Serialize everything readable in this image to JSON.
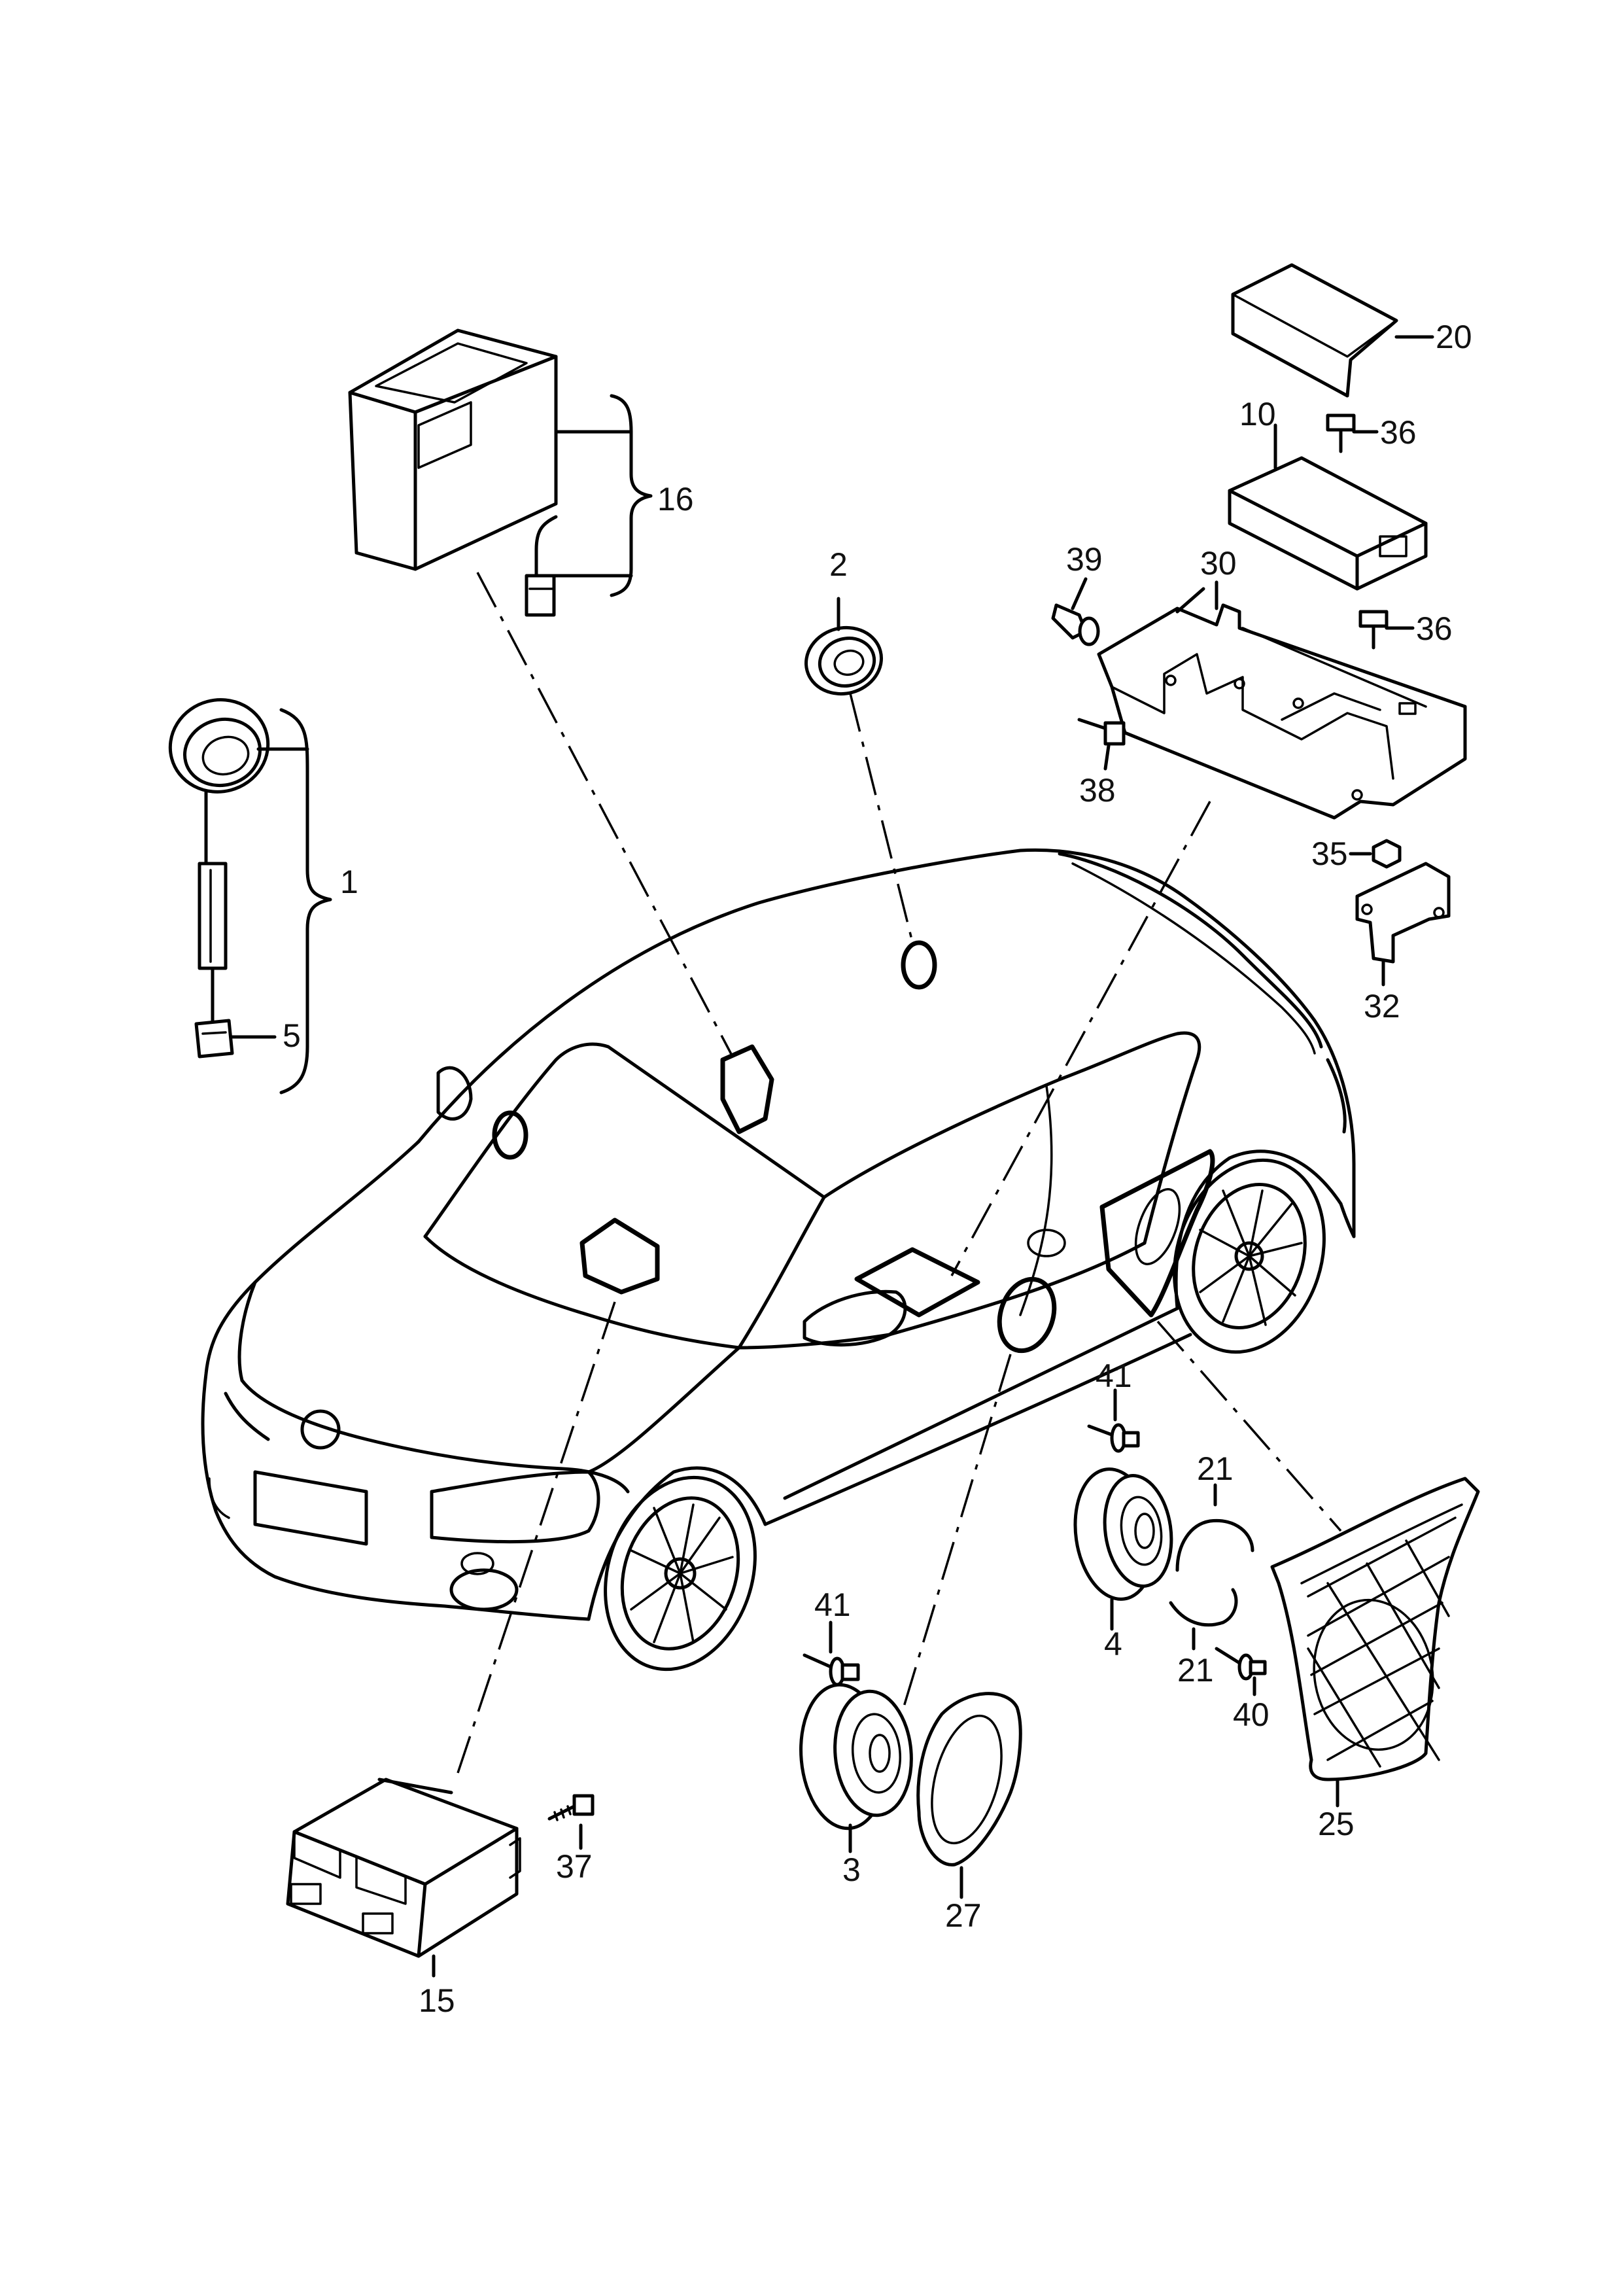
{
  "diagram": {
    "callouts": [
      {
        "id": "c1",
        "text": "1"
      },
      {
        "id": "c2",
        "text": "2"
      },
      {
        "id": "c3",
        "text": "3"
      },
      {
        "id": "c4",
        "text": "4"
      },
      {
        "id": "c5",
        "text": "5"
      },
      {
        "id": "c10",
        "text": "10"
      },
      {
        "id": "c15",
        "text": "15"
      },
      {
        "id": "c16",
        "text": "16"
      },
      {
        "id": "c20",
        "text": "20"
      },
      {
        "id": "c21a",
        "text": "21"
      },
      {
        "id": "c21b",
        "text": "21"
      },
      {
        "id": "c25",
        "text": "25"
      },
      {
        "id": "c27",
        "text": "27"
      },
      {
        "id": "c30",
        "text": "30"
      },
      {
        "id": "c32",
        "text": "32"
      },
      {
        "id": "c35",
        "text": "35"
      },
      {
        "id": "c36a",
        "text": "36"
      },
      {
        "id": "c36b",
        "text": "36"
      },
      {
        "id": "c37",
        "text": "37"
      },
      {
        "id": "c38",
        "text": "38"
      },
      {
        "id": "c39",
        "text": "39"
      },
      {
        "id": "c40",
        "text": "40"
      },
      {
        "id": "c41a",
        "text": "41"
      },
      {
        "id": "c41b",
        "text": "41"
      }
    ]
  }
}
